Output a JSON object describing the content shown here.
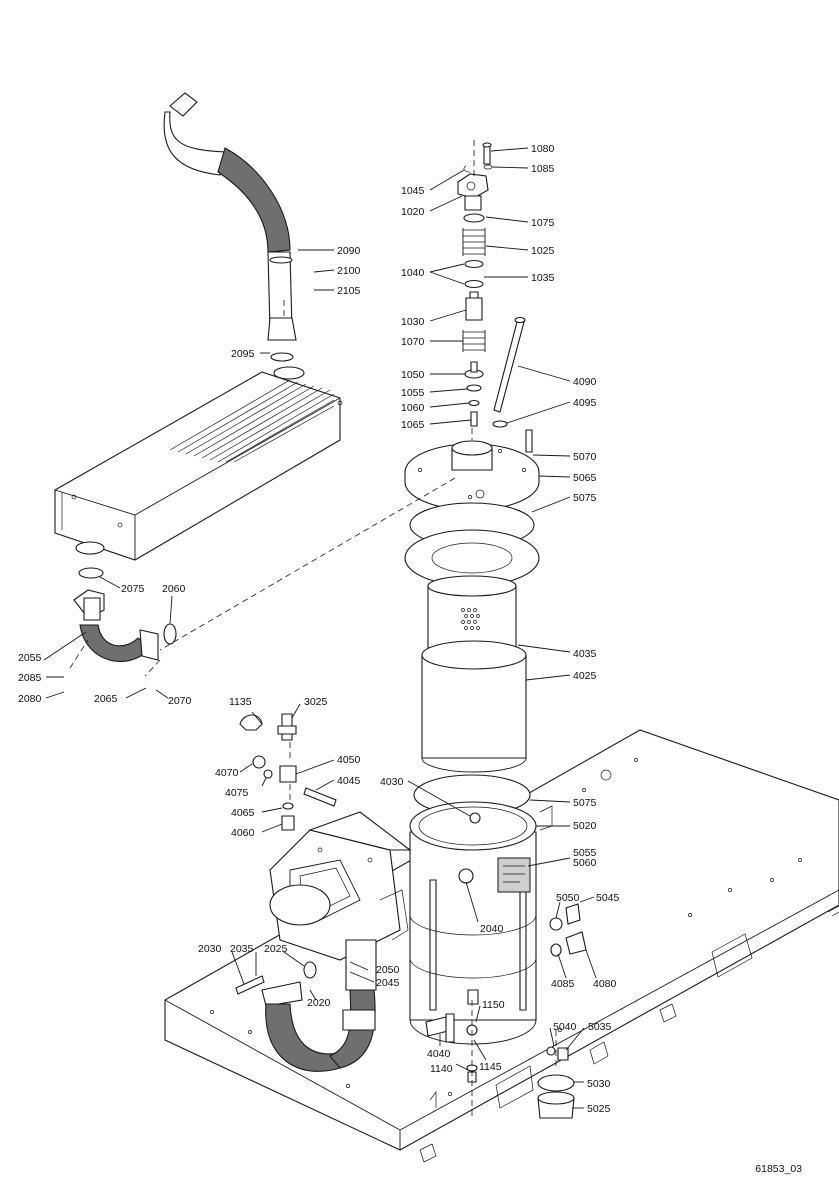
{
  "drawing_ref": "61853_03",
  "labels": [
    {
      "id": "1080",
      "text": "1080"
    },
    {
      "id": "1085",
      "text": "1085"
    },
    {
      "id": "1045",
      "text": "1045"
    },
    {
      "id": "1020",
      "text": "1020"
    },
    {
      "id": "1075",
      "text": "1075"
    },
    {
      "id": "1025",
      "text": "1025"
    },
    {
      "id": "1040",
      "text": "1040"
    },
    {
      "id": "1035",
      "text": "1035"
    },
    {
      "id": "1030",
      "text": "1030"
    },
    {
      "id": "1070",
      "text": "1070"
    },
    {
      "id": "1050",
      "text": "1050"
    },
    {
      "id": "1055",
      "text": "1055"
    },
    {
      "id": "1060",
      "text": "1060"
    },
    {
      "id": "1065",
      "text": "1065"
    },
    {
      "id": "4090",
      "text": "4090"
    },
    {
      "id": "4095",
      "text": "4095"
    },
    {
      "id": "5070",
      "text": "5070"
    },
    {
      "id": "5065",
      "text": "5065"
    },
    {
      "id": "5075a",
      "text": "5075"
    },
    {
      "id": "2090",
      "text": "2090"
    },
    {
      "id": "2100",
      "text": "2100"
    },
    {
      "id": "2105",
      "text": "2105"
    },
    {
      "id": "2095",
      "text": "2095"
    },
    {
      "id": "2075",
      "text": "2075"
    },
    {
      "id": "2060",
      "text": "2060"
    },
    {
      "id": "2055",
      "text": "2055"
    },
    {
      "id": "2085",
      "text": "2085"
    },
    {
      "id": "2080",
      "text": "2080"
    },
    {
      "id": "2065",
      "text": "2065"
    },
    {
      "id": "2070",
      "text": "2070"
    },
    {
      "id": "4035",
      "text": "4035"
    },
    {
      "id": "4025",
      "text": "4025"
    },
    {
      "id": "1135",
      "text": "1135"
    },
    {
      "id": "3025",
      "text": "3025"
    },
    {
      "id": "4070",
      "text": "4070"
    },
    {
      "id": "4075",
      "text": "4075"
    },
    {
      "id": "4050",
      "text": "4050"
    },
    {
      "id": "4045",
      "text": "4045"
    },
    {
      "id": "4065",
      "text": "4065"
    },
    {
      "id": "4060",
      "text": "4060"
    },
    {
      "id": "4030",
      "text": "4030"
    },
    {
      "id": "5075b",
      "text": "5075"
    },
    {
      "id": "5020",
      "text": "5020"
    },
    {
      "id": "5055",
      "text": "5055"
    },
    {
      "id": "5060",
      "text": "5060"
    },
    {
      "id": "5050",
      "text": "5050"
    },
    {
      "id": "5045",
      "text": "5045"
    },
    {
      "id": "2040",
      "text": "2040"
    },
    {
      "id": "4085",
      "text": "4085"
    },
    {
      "id": "4080",
      "text": "4080"
    },
    {
      "id": "2030",
      "text": "2030"
    },
    {
      "id": "2035",
      "text": "2035"
    },
    {
      "id": "2025",
      "text": "2025"
    },
    {
      "id": "2050",
      "text": "2050"
    },
    {
      "id": "2045",
      "text": "2045"
    },
    {
      "id": "2020",
      "text": "2020"
    },
    {
      "id": "1150",
      "text": "1150"
    },
    {
      "id": "5040",
      "text": "5040"
    },
    {
      "id": "5035",
      "text": "5035"
    },
    {
      "id": "4040",
      "text": "4040"
    },
    {
      "id": "1140",
      "text": "1140"
    },
    {
      "id": "1145",
      "text": "1145"
    },
    {
      "id": "5030",
      "text": "5030"
    },
    {
      "id": "5025",
      "text": "5025"
    }
  ]
}
